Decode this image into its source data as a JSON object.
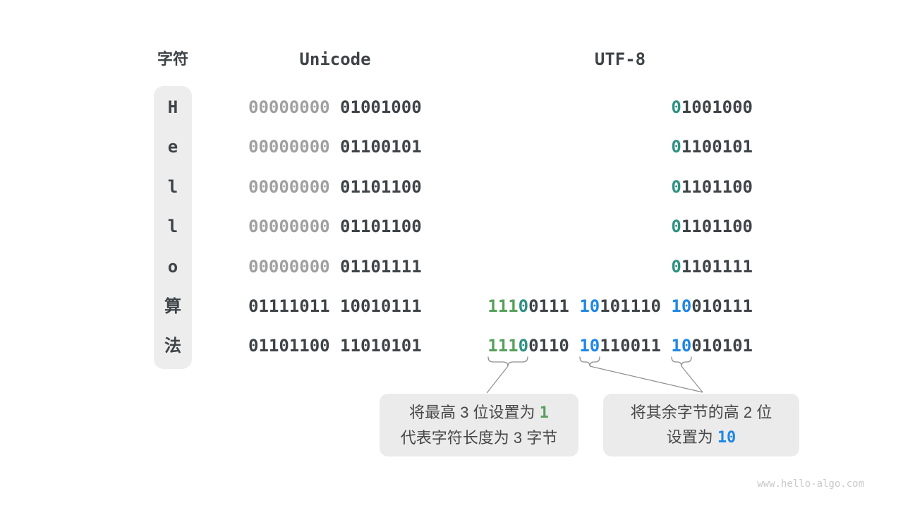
{
  "header": {
    "char_label": "字符",
    "unicode_label": "Unicode",
    "utf8_label": "UTF-8"
  },
  "colors": {
    "dark_text": "#3E4347",
    "gray_zeros": "#A0A0A0",
    "teal_bit": "#2E9184",
    "green_bit": "#57A05C",
    "blue_bit": "#1E87E6",
    "box_background": "#EDEDED",
    "callout_background": "#EBEBEB",
    "connector": "#8F8F8F",
    "watermark": "#C9C9C9"
  },
  "rows": [
    {
      "char": "H",
      "unicode": [
        {
          "t": "00000000",
          "c": "gray"
        },
        {
          "t": " 01001000",
          "c": "dark"
        }
      ],
      "utf8": [
        {
          "t": "0",
          "c": "teal"
        },
        {
          "t": "1001000",
          "c": "dark"
        }
      ]
    },
    {
      "char": "e",
      "unicode": [
        {
          "t": "00000000",
          "c": "gray"
        },
        {
          "t": " 01100101",
          "c": "dark"
        }
      ],
      "utf8": [
        {
          "t": "0",
          "c": "teal"
        },
        {
          "t": "1100101",
          "c": "dark"
        }
      ]
    },
    {
      "char": "l",
      "unicode": [
        {
          "t": "00000000",
          "c": "gray"
        },
        {
          "t": " 01101100",
          "c": "dark"
        }
      ],
      "utf8": [
        {
          "t": "0",
          "c": "teal"
        },
        {
          "t": "1101100",
          "c": "dark"
        }
      ]
    },
    {
      "char": "l",
      "unicode": [
        {
          "t": "00000000",
          "c": "gray"
        },
        {
          "t": " 01101100",
          "c": "dark"
        }
      ],
      "utf8": [
        {
          "t": "0",
          "c": "teal"
        },
        {
          "t": "1101100",
          "c": "dark"
        }
      ]
    },
    {
      "char": "o",
      "unicode": [
        {
          "t": "00000000",
          "c": "gray"
        },
        {
          "t": " 01101111",
          "c": "dark"
        }
      ],
      "utf8": [
        {
          "t": "0",
          "c": "teal"
        },
        {
          "t": "1101111",
          "c": "dark"
        }
      ]
    },
    {
      "char": "算",
      "unicode": [
        {
          "t": "01111011 10010111",
          "c": "dark"
        }
      ],
      "utf8": [
        {
          "t": "111",
          "c": "green"
        },
        {
          "t": "0",
          "c": "teal"
        },
        {
          "t": "0111 ",
          "c": "dark"
        },
        {
          "t": "10",
          "c": "blue"
        },
        {
          "t": "101110 ",
          "c": "dark"
        },
        {
          "t": "10",
          "c": "blue"
        },
        {
          "t": "010111",
          "c": "dark"
        }
      ]
    },
    {
      "char": "法",
      "unicode": [
        {
          "t": "01101100 11010101",
          "c": "dark"
        }
      ],
      "utf8": [
        {
          "t": "111",
          "c": "green"
        },
        {
          "t": "0",
          "c": "teal"
        },
        {
          "t": "0110 ",
          "c": "dark"
        },
        {
          "t": "10",
          "c": "blue"
        },
        {
          "t": "110011 ",
          "c": "dark"
        },
        {
          "t": "10",
          "c": "blue"
        },
        {
          "t": "010101",
          "c": "dark"
        }
      ]
    }
  ],
  "callouts": {
    "left": {
      "line1_text": "将最高 3 位设置为 ",
      "line1_mark": "1",
      "line2": "代表字符长度为 3 字节"
    },
    "right": {
      "line1": "将其余字节的高 2 位",
      "line2_text": "设置为 ",
      "line2_mark": "10"
    }
  },
  "watermark": "www.hello-algo.com"
}
